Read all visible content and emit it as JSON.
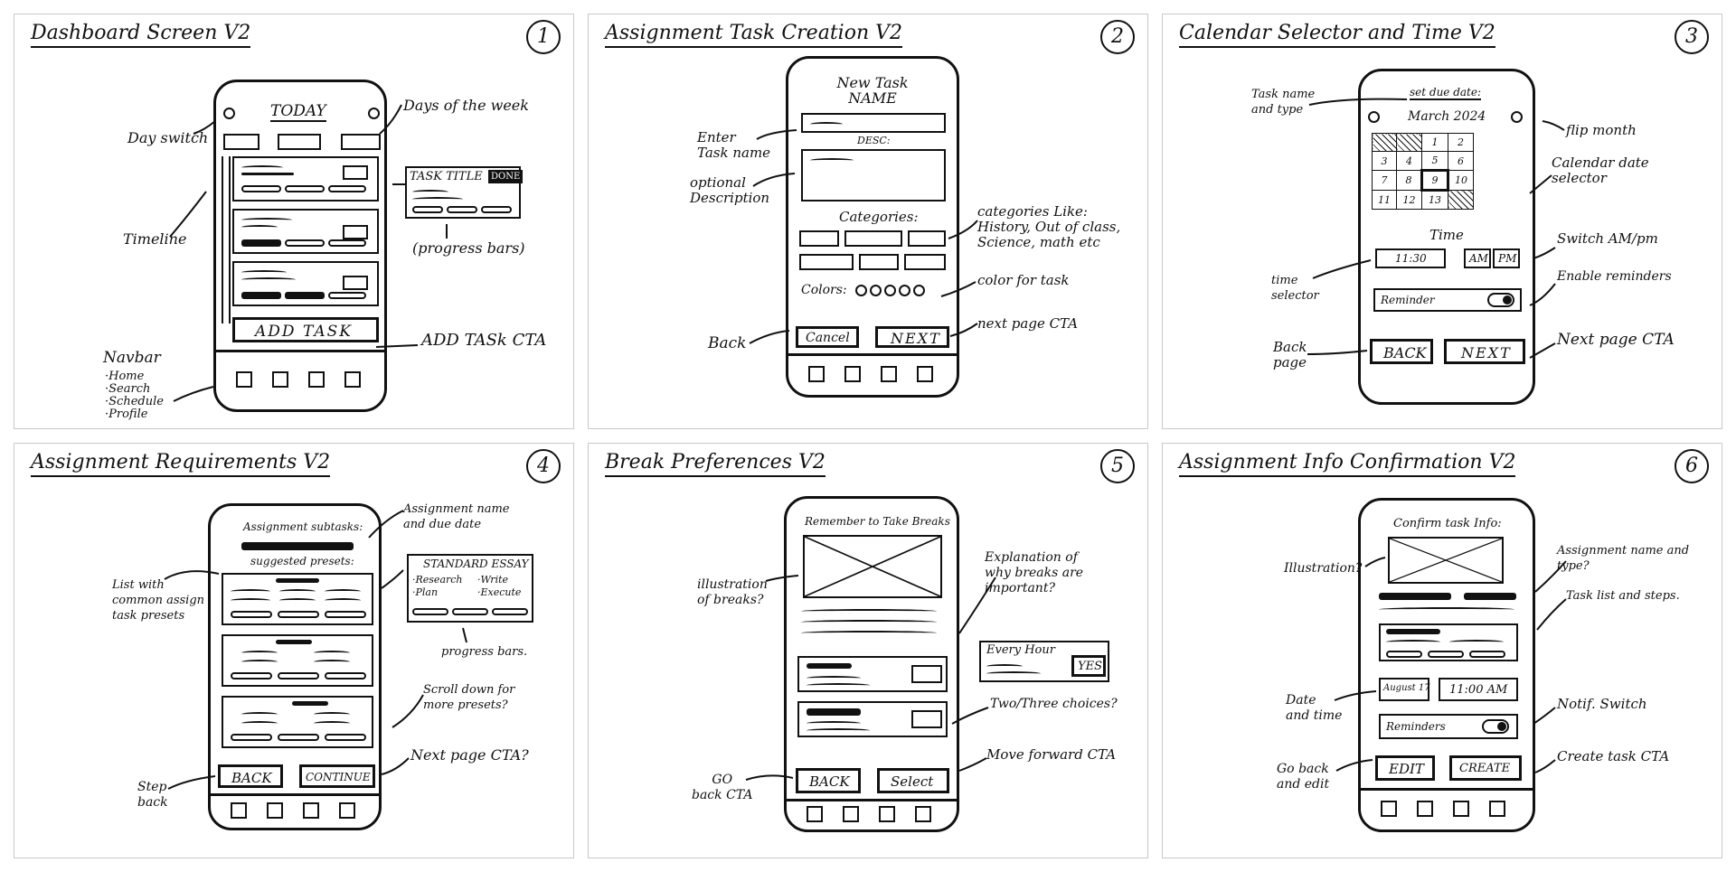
{
  "panels": [
    {
      "title": "Dashboard Screen V2",
      "number": "1"
    },
    {
      "title": "Assignment Task Creation V2",
      "number": "2"
    },
    {
      "title": "Calendar Selector and Time V2",
      "number": "3"
    },
    {
      "title": "Assignment Requirements V2",
      "number": "4"
    },
    {
      "title": "Break Preferences V2",
      "number": "5"
    },
    {
      "title": "Assignment Info Confirmation V2",
      "number": "6"
    }
  ],
  "p1": {
    "header": "TODAY",
    "task_title": "TASK TITLE",
    "done": "DONE",
    "add_task": "ADD TASK",
    "annotations": {
      "day_switch": "Day switch",
      "days_of_week": "Days of the week",
      "timeline": "Timeline",
      "progress_bars": "(progress bars)",
      "add_task_cta": "ADD TASk CTA",
      "navbar": "Navbar",
      "navbar_items": "·Home\n·Search\n·Schedule\n·Profile"
    }
  },
  "p2": {
    "header": "New Task\nNAME",
    "desc": "DESC:",
    "categories": "Categories:",
    "colors": "Colors:",
    "cancel": "Cancel",
    "next": "NEXT",
    "annotations": {
      "enter_task_name": "Enter\nTask name",
      "optional_description": "optional\nDescription",
      "categories_like": "categories Like:\nHistory, Out of class,\nScience, math etc",
      "color_for_task": "color for task",
      "back": "Back",
      "next_page_cta": "next page CTA"
    }
  },
  "p3": {
    "header": "set due date:",
    "month": "March 2024",
    "calendar": [
      [
        "",
        "",
        "1",
        "2"
      ],
      [
        "3",
        "4",
        "5",
        "6"
      ],
      [
        "7",
        "8",
        "9",
        "10"
      ],
      [
        "11",
        "12",
        "13",
        ""
      ]
    ],
    "time_label": "Time",
    "time_value": "11:30",
    "am": "AM",
    "pm": "PM",
    "reminder": "Reminder",
    "back": "BACK",
    "next": "NEXT",
    "annotations": {
      "task_name_type": "Task name\nand type",
      "flip_month": "flip month",
      "calendar_date_selector": "Calendar date\nselector",
      "switch_ampm": "Switch AM/pm",
      "time_selector": "time\nselector",
      "enable_reminders": "Enable reminders",
      "back_page": "Back\npage",
      "next_page_cta": "Next page CTA"
    }
  },
  "p4": {
    "header": "Assignment subtasks:",
    "suggested": "suggested presets:",
    "back": "BACK",
    "continue": "CONTINUE",
    "essay_title": "STANDARD ESSAY",
    "essay_items": [
      "·Research",
      "·Write",
      "·Plan",
      "·Execute"
    ],
    "annotations": {
      "assignment_name_due": "Assignment name\nand due date",
      "list_common": "List with\ncommon assign\ntask presets",
      "progress_bars": "progress bars.",
      "scroll_down": "Scroll down for\nmore presets?",
      "next_page_cta": "Next page CTA?",
      "step_back": "Step\nback"
    }
  },
  "p5": {
    "header": "Remember to Take Breaks",
    "every_hour": "Every Hour",
    "yes": "YES",
    "back": "BACK",
    "select": "Select",
    "annotations": {
      "illustration": "illustration\nof breaks?",
      "explanation": "Explanation of\nwhy breaks are\nimportant?",
      "two_three": "Two/Three choices?",
      "go_back_cta": "GO\nback CTA",
      "move_forward": "Move forward CTA"
    }
  },
  "p6": {
    "header": "Confirm task Info:",
    "date": "August 17",
    "time": "11:00 AM",
    "reminders": "Reminders",
    "edit": "EDIT",
    "create": "CREATE",
    "annotations": {
      "illustration": "Illustration?",
      "assignment_name_type": "Assignment name and type?",
      "task_list": "Task list and steps.",
      "date_time": "Date\nand time",
      "notif_switch": "Notif. Switch",
      "go_back_edit": "Go back\nand edit",
      "create_task_cta": "Create task CTA"
    }
  }
}
